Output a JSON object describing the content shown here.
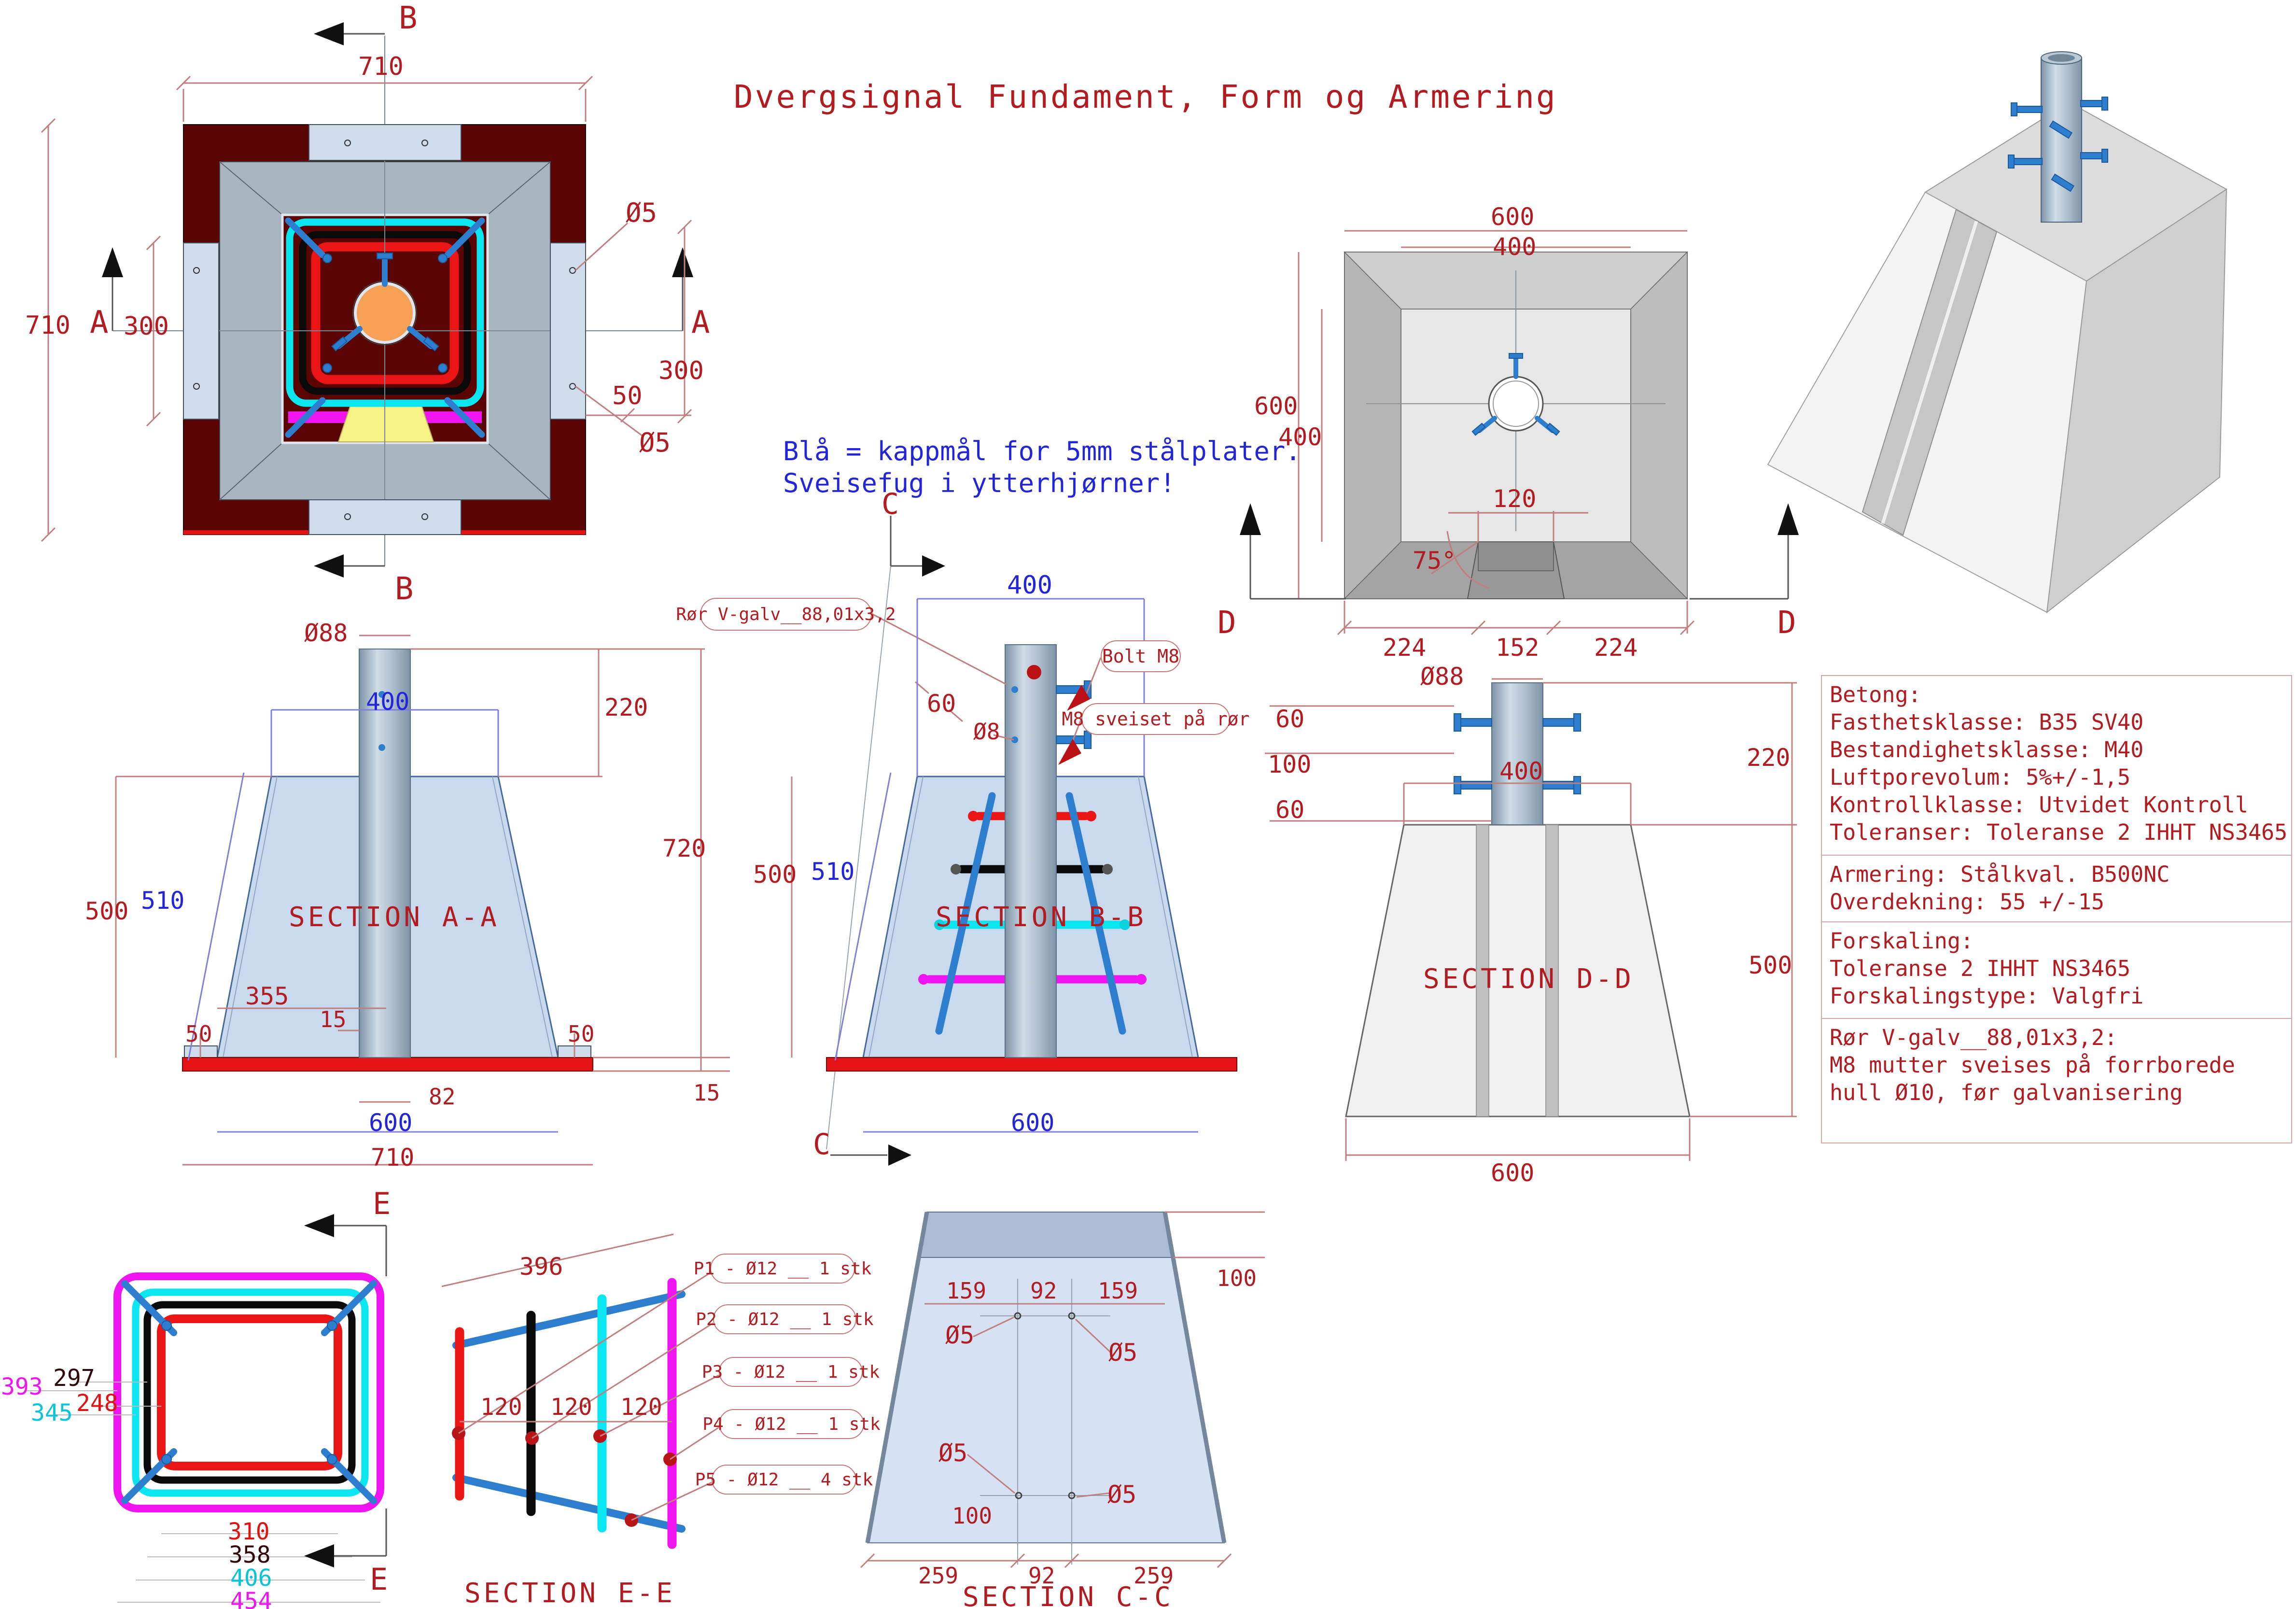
{
  "title": "Dvergsignal Fundament, Form og Armering",
  "note": {
    "line1": "Blå = kappmål for 5mm stålplater.",
    "line2": "Sveisefug i ytterhjørner!"
  },
  "colors": {
    "red_text": "#b21b20",
    "blue_text": "#2325d8",
    "maroon_fill": "#5a0503",
    "rebar_red": "#ec1515",
    "rebar_cyan": "#09e6f0",
    "rebar_magenta": "#f014f0",
    "rebar_black": "#0a0a0a",
    "steel_blue": "#2d7ece",
    "orange": "#f5a055",
    "yellow": "#f7f286",
    "form_gray": "#a9b6c2",
    "plate_light": "#cfdcec",
    "section_fill": "#c9daee",
    "base_red": "#e41212"
  },
  "plan": {
    "marker_b": "B",
    "marker_a": "A",
    "dim_710": "710",
    "dim_300": "300",
    "dim_50": "50",
    "dia_5": "Ø5"
  },
  "section_aa": {
    "label": "SECTION A-A",
    "dia_88": "Ø88",
    "dim_400": "400",
    "dim_220": "220",
    "dim_720": "720",
    "dim_500": "500",
    "dim_510": "510",
    "dim_355": "355",
    "dim_15": "15",
    "dim_50": "50",
    "dim_82": "82",
    "dim_600": "600",
    "dim_710": "710",
    "dim_15_base": "15"
  },
  "section_bb": {
    "label": "SECTION B-B",
    "marker_c": "C",
    "dim_400": "400",
    "dim_60": "60",
    "dia_8": "Ø8",
    "dim_500": "500",
    "dim_510": "510",
    "dim_600": "600",
    "callout_pipe": "Rør V-galv__88,01x3,2",
    "callout_bolt": "Bolt M8",
    "callout_weld": "M8 sveiset på rør"
  },
  "plan_dd": {
    "marker_d": "D",
    "dim_600": "600",
    "dim_400": "400",
    "dim_120": "120",
    "angle_75": "75°",
    "dim_224": "224",
    "dim_152": "152"
  },
  "section_dd": {
    "label": "SECTION D-D",
    "dia_88": "Ø88",
    "dim_60": "60",
    "dim_100": "100",
    "dim_400": "400",
    "dim_220": "220",
    "dim_500": "500",
    "dim_600": "600"
  },
  "notes": {
    "betong": [
      "Betong:",
      "Fasthetsklasse: B35 SV40",
      "Bestandighetsklasse: M40",
      "Luftporevolum: 5%+/-1,5",
      "Kontrollklasse: Utvidet Kontroll",
      "Toleranser: Toleranse 2 IHHT NS3465"
    ],
    "armering": [
      "Armering: Stålkval. B500NC",
      "Overdekning: 55 +/-15"
    ],
    "forskaling": [
      "Forskaling:",
      "Toleranse 2 IHHT NS3465",
      "Forskalingstype: Valgfri"
    ],
    "ror": [
      "Rør V-galv__88,01x3,2:",
      "M8 mutter sveises på forrborede",
      "hull Ø10, før galvanisering"
    ]
  },
  "rebar_detail": {
    "marker_e": "E",
    "dim_393": "393",
    "dim_345": "345",
    "dim_297": "297",
    "dim_248": "248",
    "dim_310": "310",
    "dim_358": "358",
    "dim_406": "406",
    "dim_454": "454"
  },
  "section_ee": {
    "label": "SECTION E-E",
    "dim_396": "396",
    "dim_120": "120",
    "callouts": [
      "P1 - Ø12 __ 1 stk",
      "P2 - Ø12 __ 1 stk",
      "P3 - Ø12 __ 1 stk",
      "P4 - Ø12 __ 1 stk",
      "P5 - Ø12 __ 4 stk"
    ]
  },
  "section_cc": {
    "label": "SECTION C-C",
    "dim_159": "159",
    "dim_92": "92",
    "dim_100": "100",
    "dia_5": "Ø5",
    "dim_259": "259"
  }
}
